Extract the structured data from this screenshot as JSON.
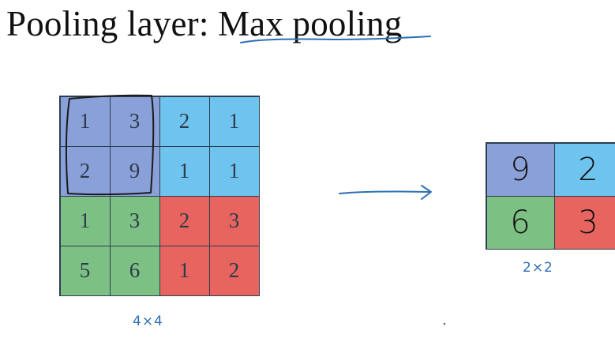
{
  "title": {
    "prefix": "Pooling layer: ",
    "highlight": "Max pooling"
  },
  "input_matrix": {
    "size_label": "4×4",
    "rows": [
      [
        "1",
        "3",
        "2",
        "1"
      ],
      [
        "2",
        "9",
        "1",
        "1"
      ],
      [
        "1",
        "3",
        "2",
        "3"
      ],
      [
        "5",
        "6",
        "1",
        "2"
      ]
    ]
  },
  "output_matrix": {
    "size_label": "2×2",
    "rows": [
      [
        "9",
        "2"
      ],
      [
        "6",
        "3"
      ]
    ]
  },
  "colors": {
    "quadrant_top_left": "#8aa0d8",
    "quadrant_top_right": "#6ec4ee",
    "quadrant_bottom_left": "#7dc083",
    "quadrant_bottom_right": "#e8645f",
    "annotation_ink": "#2d6fb5",
    "highlight_ink": "#1b1b1b"
  },
  "icons": {
    "arrow": "right-arrow-icon",
    "highlight_box": "selection-box-icon"
  }
}
